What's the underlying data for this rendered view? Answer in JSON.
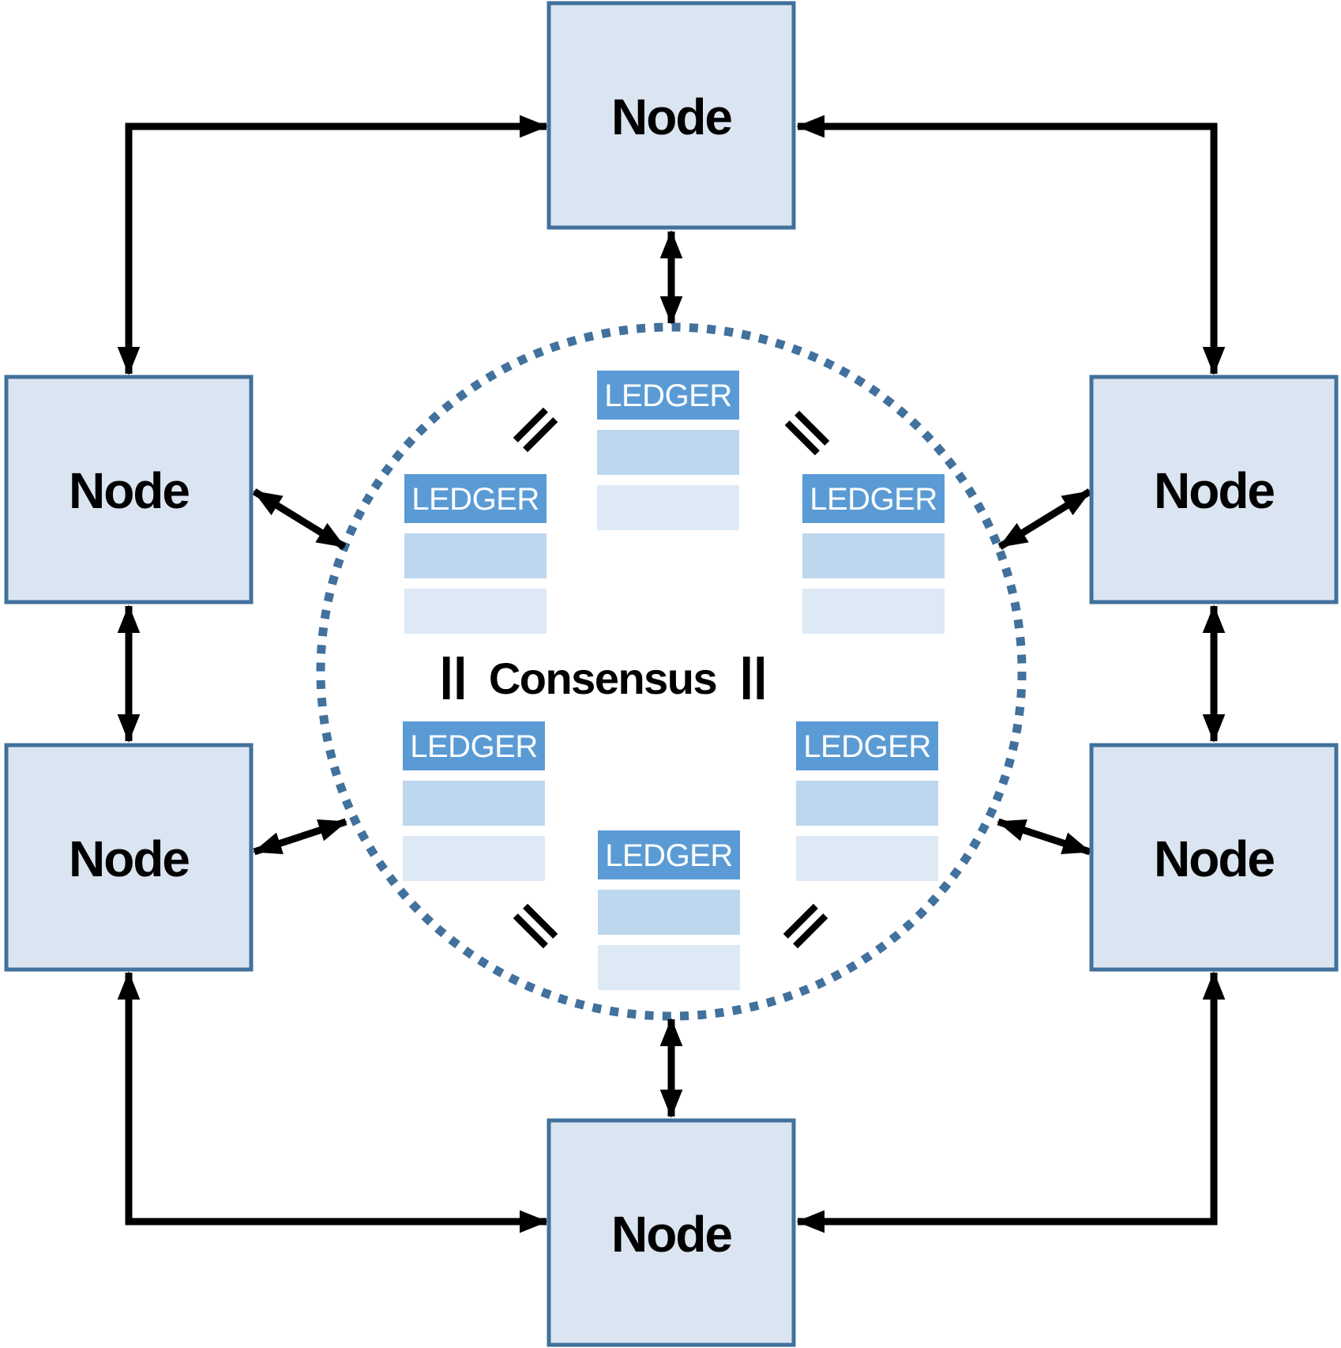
{
  "nodes": [
    {
      "id": "top",
      "label": "Node"
    },
    {
      "id": "upper-left",
      "label": "Node"
    },
    {
      "id": "upper-right",
      "label": "Node"
    },
    {
      "id": "lower-left",
      "label": "Node"
    },
    {
      "id": "lower-right",
      "label": "Node"
    },
    {
      "id": "bottom",
      "label": "Node"
    }
  ],
  "consensus": {
    "label": "Consensus"
  },
  "ledgers": [
    {
      "id": "top",
      "header": "LEDGER",
      "blank_rows": 2
    },
    {
      "id": "upper-left",
      "header": "LEDGER",
      "blank_rows": 2
    },
    {
      "id": "upper-right",
      "header": "LEDGER",
      "blank_rows": 2
    },
    {
      "id": "lower-left",
      "header": "LEDGER",
      "blank_rows": 2
    },
    {
      "id": "lower-right",
      "header": "LEDGER",
      "blank_rows": 2
    },
    {
      "id": "bottom",
      "header": "LEDGER",
      "blank_rows": 2
    }
  ],
  "icons": {
    "equals_mark_symbol": "=",
    "equals_mark_count": 6,
    "arrow_style": "double-headed"
  },
  "colors": {
    "background": "#ffffff",
    "node_fill": "#dbe5f1",
    "node_border": "#41719c",
    "ledger_header": "#5b9bd5",
    "ledger_row_mid": "#bdd7ee",
    "ledger_row_light": "#dee9f6",
    "ring_dots": "#41719c",
    "arrow": "#000000",
    "text": "#000000",
    "ledger_text": "#ffffff"
  }
}
